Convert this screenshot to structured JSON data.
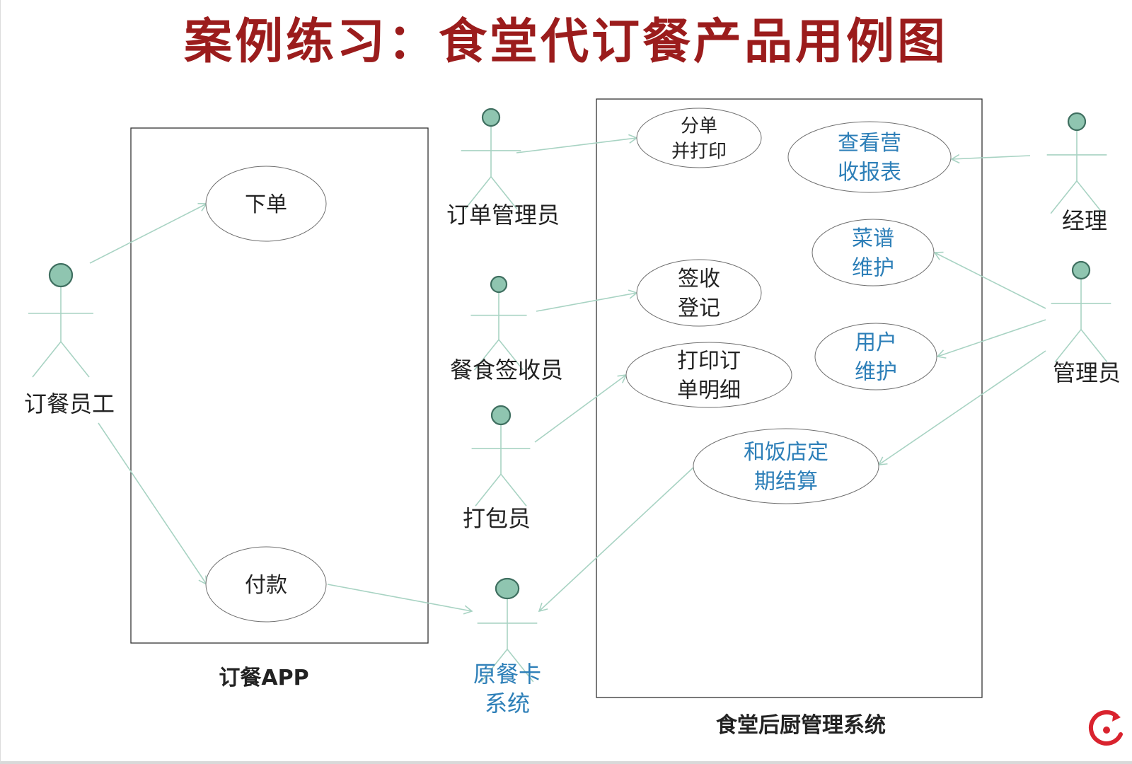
{
  "title": "案例练习：食堂代订餐产品用例图",
  "colors": {
    "title": "#9b1c1c",
    "actor_head": "#8fc5b0",
    "actor_head_stroke": "#3f6f60",
    "actor_body": "#a8d3c3",
    "connector": "#a8d3c3",
    "ellipse_stroke": "#6f6f6f",
    "boundary_stroke": "#333333",
    "text_dark": "#222222",
    "text_blue": "#2d7fb8",
    "logo": "#d9232e"
  },
  "boundaries": [
    {
      "id": "app",
      "label": "订餐APP"
    },
    {
      "id": "kitchen",
      "label": "食堂后厨管理系统"
    }
  ],
  "actors": [
    {
      "id": "employee",
      "label": "订餐员工",
      "label_color": "dark"
    },
    {
      "id": "order_admin",
      "label": "订单管理员",
      "label_color": "dark"
    },
    {
      "id": "receiver",
      "label": "餐食签收员",
      "label_color": "dark"
    },
    {
      "id": "packer",
      "label": "打包员",
      "label_color": "dark"
    },
    {
      "id": "card_system",
      "label": "原餐卡\n系统",
      "label_color": "blue"
    },
    {
      "id": "manager",
      "label": "经理",
      "label_color": "dark"
    },
    {
      "id": "admin",
      "label": "管理员",
      "label_color": "dark"
    }
  ],
  "use_cases": [
    {
      "id": "place_order",
      "label": "下单",
      "label_color": "dark"
    },
    {
      "id": "pay",
      "label": "付款",
      "label_color": "dark"
    },
    {
      "id": "split_print",
      "label": "分单\n并打印",
      "label_color": "dark"
    },
    {
      "id": "sign_register",
      "label": "签收\n登记",
      "label_color": "dark"
    },
    {
      "id": "print_detail",
      "label": "打印订\n单明细",
      "label_color": "dark"
    },
    {
      "id": "revenue_report",
      "label": "查看营\n收报表",
      "label_color": "blue"
    },
    {
      "id": "menu_maint",
      "label": "菜谱\n维护",
      "label_color": "blue"
    },
    {
      "id": "user_maint",
      "label": "用户\n维护",
      "label_color": "blue"
    },
    {
      "id": "settlement",
      "label": "和饭店定\n期结算",
      "label_color": "blue"
    }
  ],
  "associations": [
    {
      "from": "employee",
      "to": "place_order"
    },
    {
      "from": "employee",
      "to": "pay"
    },
    {
      "from": "pay",
      "to": "card_system"
    },
    {
      "from": "order_admin",
      "to": "split_print"
    },
    {
      "from": "receiver",
      "to": "sign_register"
    },
    {
      "from": "packer",
      "to": "print_detail"
    },
    {
      "from": "manager",
      "to": "revenue_report"
    },
    {
      "from": "admin",
      "to": "menu_maint"
    },
    {
      "from": "admin",
      "to": "user_maint"
    },
    {
      "from": "admin",
      "to": "settlement"
    },
    {
      "from": "settlement",
      "to": "card_system"
    }
  ]
}
